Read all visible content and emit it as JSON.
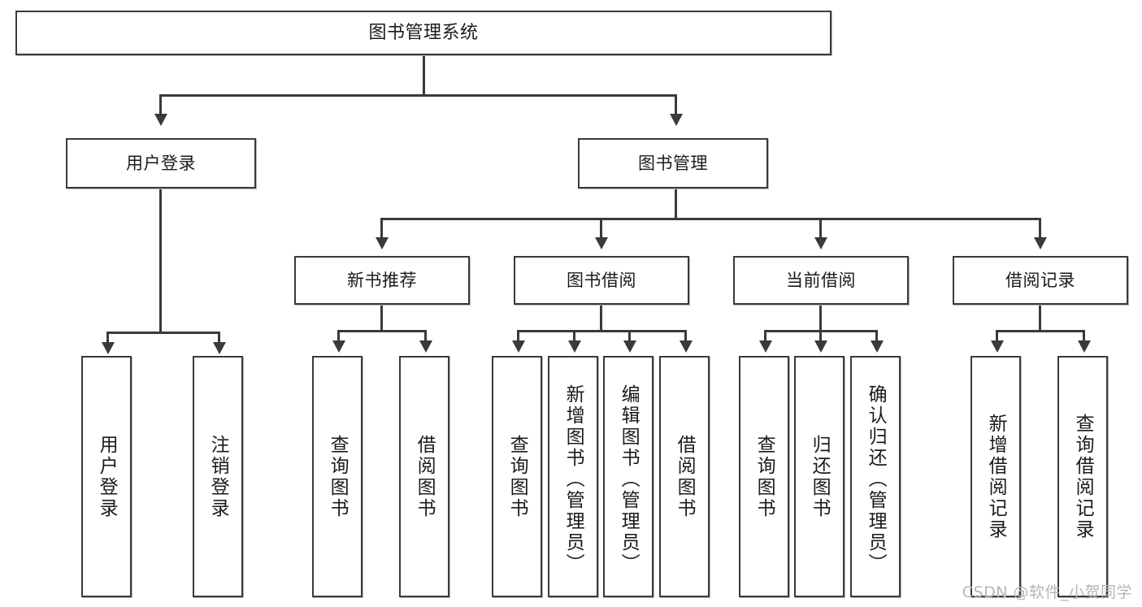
{
  "diagram": {
    "title": "图书管理系统",
    "type": "tree-hierarchy",
    "root": {
      "label": "图书管理系统"
    },
    "level2": [
      {
        "label": "用户登录"
      },
      {
        "label": "图书管理"
      }
    ],
    "level3": [
      {
        "label": "新书推荐"
      },
      {
        "label": "图书借阅"
      },
      {
        "label": "当前借阅"
      },
      {
        "label": "借阅记录"
      }
    ],
    "leaves": {
      "user_login": [
        {
          "label": "用户登录"
        },
        {
          "label": "注销登录"
        }
      ],
      "new_book_rec": [
        {
          "label": "查询图书"
        },
        {
          "label": "借阅图书"
        }
      ],
      "book_borrow": [
        {
          "label": "查询图书"
        },
        {
          "label": "新增图书（管理员）"
        },
        {
          "label": "编辑图书（管理员）"
        },
        {
          "label": "借阅图书"
        }
      ],
      "current_borrow": [
        {
          "label": "查询图书"
        },
        {
          "label": "归还图书"
        },
        {
          "label": "确认归还（管理员）"
        }
      ],
      "borrow_record": [
        {
          "label": "新增借阅记录"
        },
        {
          "label": "查询借阅记录"
        }
      ]
    },
    "colors": {
      "box_border": "#3a3a3a",
      "box_fill": "#ffffff",
      "connector": "#3a3a3a",
      "text": "#1b1b1b",
      "watermark": "#b6b6b6"
    }
  },
  "watermark": {
    "text": "CSDN @软件_小贺同学"
  }
}
